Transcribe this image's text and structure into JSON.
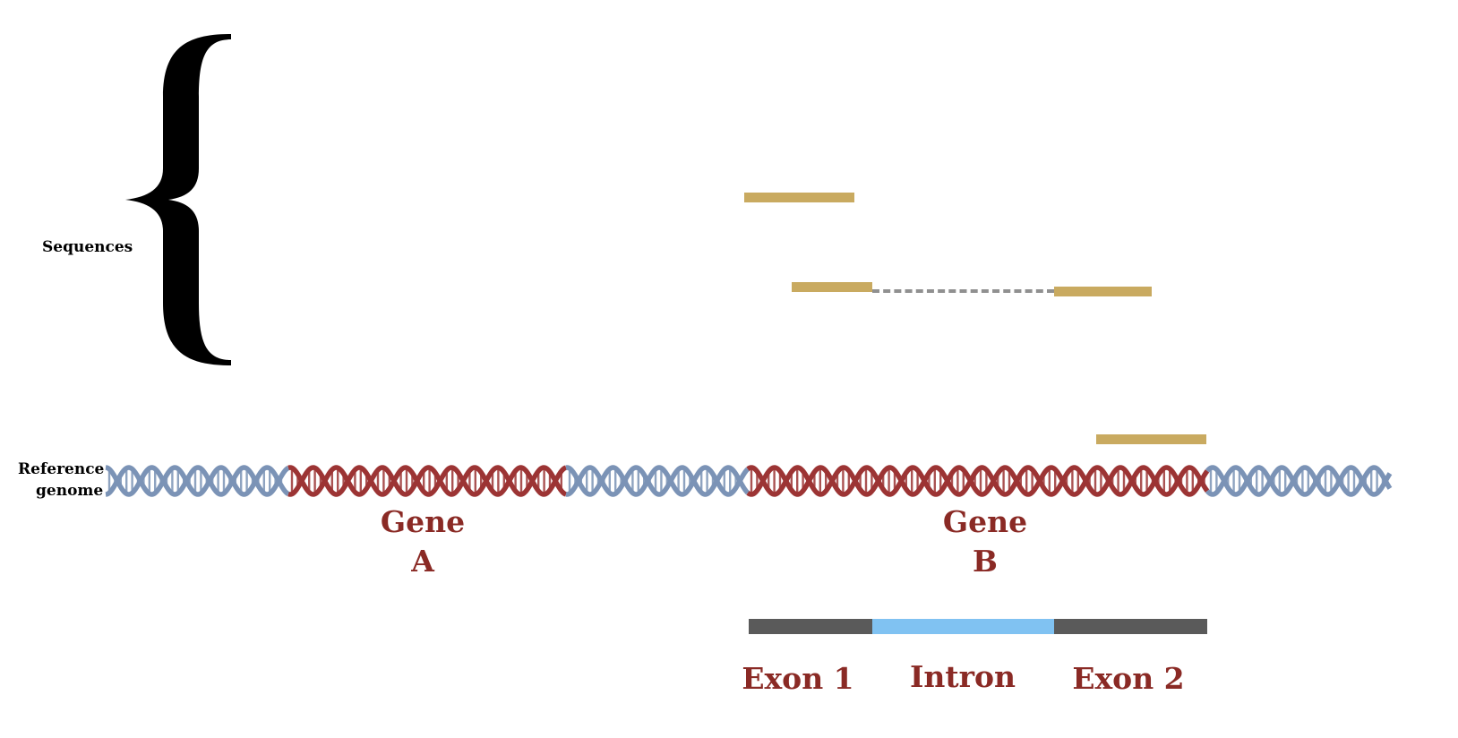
{
  "labels": {
    "sequences": "Sequences",
    "reference_line1": "Reference",
    "reference_line2": "genome",
    "gene_a_line1": "Gene",
    "gene_a_line2": "A",
    "gene_b_line1": "Gene",
    "gene_b_line2": "B",
    "exon1": "Exon 1",
    "intron": "Intron",
    "exon2": "Exon 2"
  },
  "colors": {
    "intergenic_dna": "#7b93b6",
    "gene_dna": "#9c3434",
    "gene_label": "#8a2a25",
    "read": "#c9aa60",
    "splice_gap": "#909090",
    "exon": "#5a5a5a",
    "intron": "#80c2f2",
    "brace": "#000000",
    "text": "#000000"
  },
  "icons": {
    "brace": "left-curly-brace-icon",
    "dna": "double-helix-icon"
  }
}
